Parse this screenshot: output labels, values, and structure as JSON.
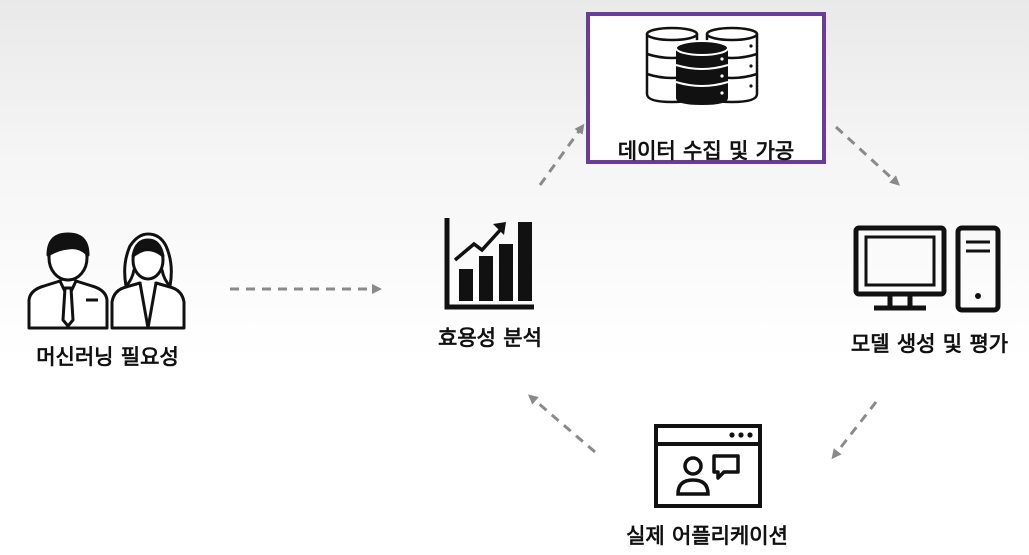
{
  "nodes": {
    "ml_need": "머신러닝 필요성",
    "efficiency": "효용성  분석",
    "data_collect": "데이터 수집 및 가공",
    "model": "모델 생성 및 평가",
    "app": "실제 어플리케이션"
  },
  "icons": {
    "people": "business-people-icon",
    "chart": "bar-chart-growth-icon",
    "database": "database-servers-icon",
    "computer": "desktop-computer-icon",
    "app": "app-window-chat-icon"
  },
  "colors": {
    "highlight": "#6a3aa0",
    "arrow": "#8a8a8a",
    "icon": "#111111"
  }
}
